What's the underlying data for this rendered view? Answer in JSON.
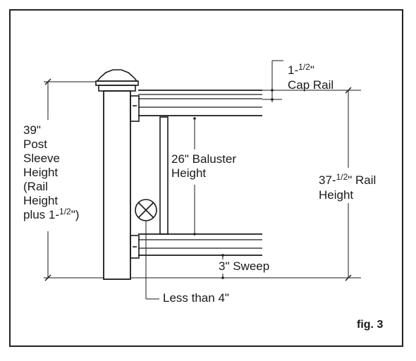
{
  "figure": {
    "caption": "fig. 3"
  },
  "labels": {
    "cap_rail_1": "1-",
    "cap_rail_frac": "1/2",
    "cap_rail_2": "\"",
    "cap_rail_3": "Cap Rail",
    "post_lines": "39\"\nPost\nSleeve\nHeight\n(Rail\nHeight",
    "post_last_1": "plus 1-",
    "post_last_frac": "1/2",
    "post_last_2": "\")",
    "baluster": "26\" Baluster\nHeight",
    "rail_1": "37-",
    "rail_frac": "1/2",
    "rail_2": "\" Rail",
    "rail_3": "Height",
    "sweep": "3\" Sweep",
    "gap": "Less than 4\""
  }
}
